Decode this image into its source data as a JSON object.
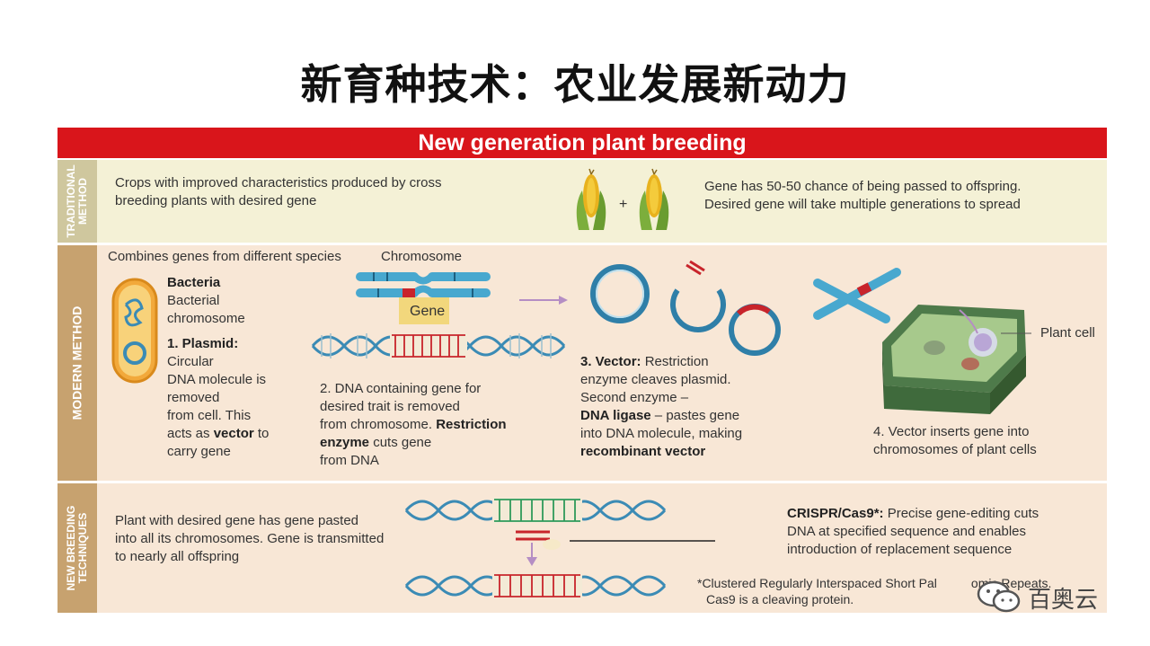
{
  "slide_title": "新育种技术：农业发展新动力",
  "banner": "New generation plant breeding",
  "traditional": {
    "side_label_1": "TRADITIONAL",
    "side_label_2": "METHOD",
    "left_text_1": "Crops with improved characteristics produced by cross",
    "left_text_2": "breeding plants with desired gene",
    "plus": "+",
    "right_text_1": "Gene has 50-50 chance of being passed to offspring.",
    "right_text_2": "Desired gene will take multiple generations to spread"
  },
  "modern": {
    "side_label": "MODERN METHOD",
    "intro": "Combines genes from different species",
    "chromosome_label": "Chromosome",
    "gene_label": "Gene",
    "bacteria": {
      "title": "Bacteria",
      "line1": "Bacterial",
      "line2": "chromosome",
      "plasmid_title": "1. Plasmid:",
      "p1": "Circular",
      "p2": "DNA molecule is",
      "p3": "removed",
      "p4": "from cell. This",
      "p5_pre": "acts as ",
      "p5_bold": "vector",
      "p5_post": " to",
      "p6": "carry gene"
    },
    "step2": {
      "l1": "2. DNA containing gene for",
      "l2": "desired trait is removed",
      "l3_pre": "from chromosome. ",
      "l3_bold": "Restriction",
      "l4_bold": "enzyme",
      "l4_post": " cuts gene",
      "l5": "from DNA"
    },
    "step3": {
      "l1_bold": "3. Vector:",
      "l1_post": " Restriction",
      "l2": "enzyme cleaves plasmid.",
      "l3": "Second enzyme –",
      "l4_bold": "DNA ligase",
      "l4_post": " – pastes gene",
      "l5": "into DNA molecule, making",
      "l6_bold": "recombinant vector"
    },
    "plant_cell_label": "Plant cell",
    "step4": {
      "l1": "4. Vector inserts gene into",
      "l2": "chromosomes of plant cells"
    }
  },
  "new_breeding": {
    "side_label_1": "NEW BREEDING",
    "side_label_2": "TECHNIQUES",
    "left_1": "Plant with desired gene has gene pasted",
    "left_2": "into all its chromosomes. Gene is transmitted",
    "left_3": "to nearly all offspring",
    "crispr_bold": "CRISPR/Cas9*:",
    "crispr_post": " Precise gene-editing cuts",
    "crispr_2": "DNA at specified sequence and enables",
    "crispr_3": "introduction of replacement sequence",
    "footnote_1": "*Clustered Regularly Interspaced Short Pal",
    "footnote_1b": "omic Repeats.",
    "footnote_2": "Cas9 is a cleaving protein."
  },
  "watermark": "百奥云",
  "colors": {
    "banner_red": "#d9151b",
    "traditional_bg": "#f4f1d6",
    "modern_bg": "#f8e7d6",
    "side_tan": "#c7a26f",
    "dna_blue": "#3b8bb5",
    "gene_red": "#c8242b",
    "plasmid_blue": "#2f7fa8",
    "cell_green": "#4e7a4a"
  }
}
